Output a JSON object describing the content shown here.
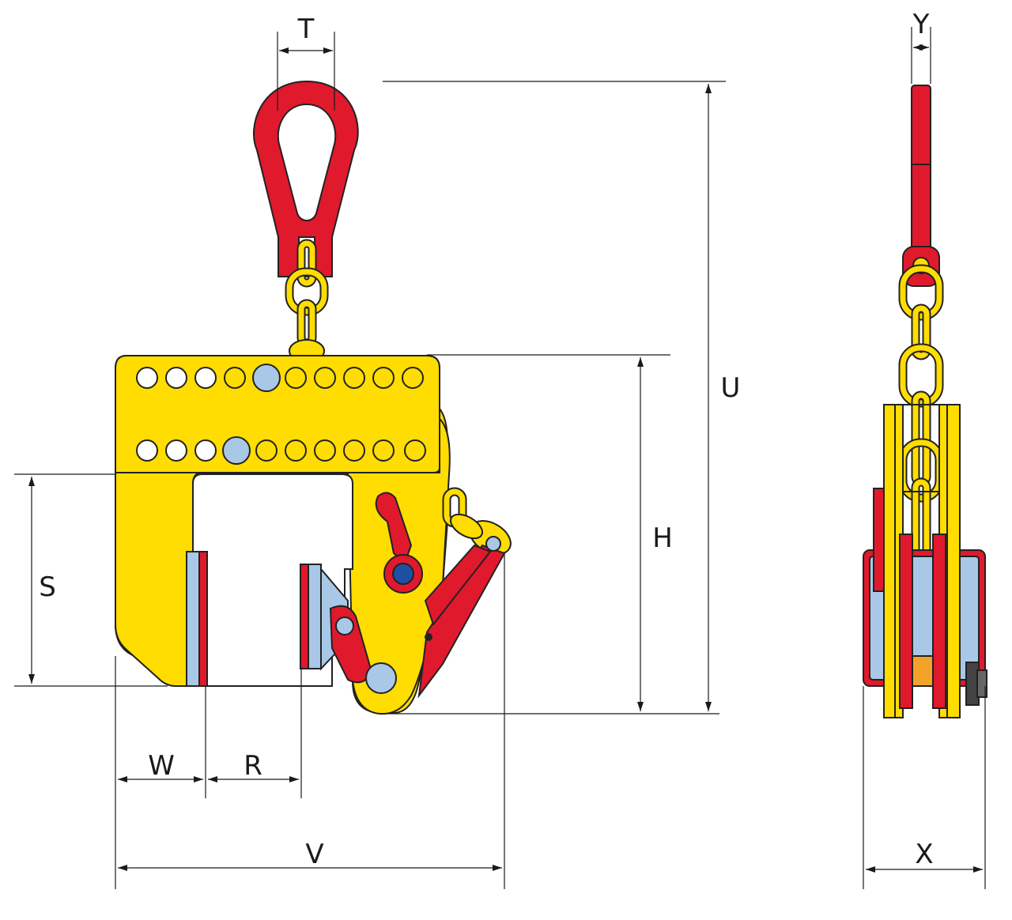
{
  "dimensions": {
    "T": "T",
    "U": "U",
    "H": "H",
    "S": "S",
    "W": "W",
    "R": "R",
    "V": "V",
    "Y": "Y",
    "X": "X"
  },
  "colors": {
    "body": "#FFDD00",
    "accent": "#E0192D",
    "pad": "#A9C8E8",
    "pin": "#1E4FA0",
    "spacer": "#F4A32A"
  }
}
